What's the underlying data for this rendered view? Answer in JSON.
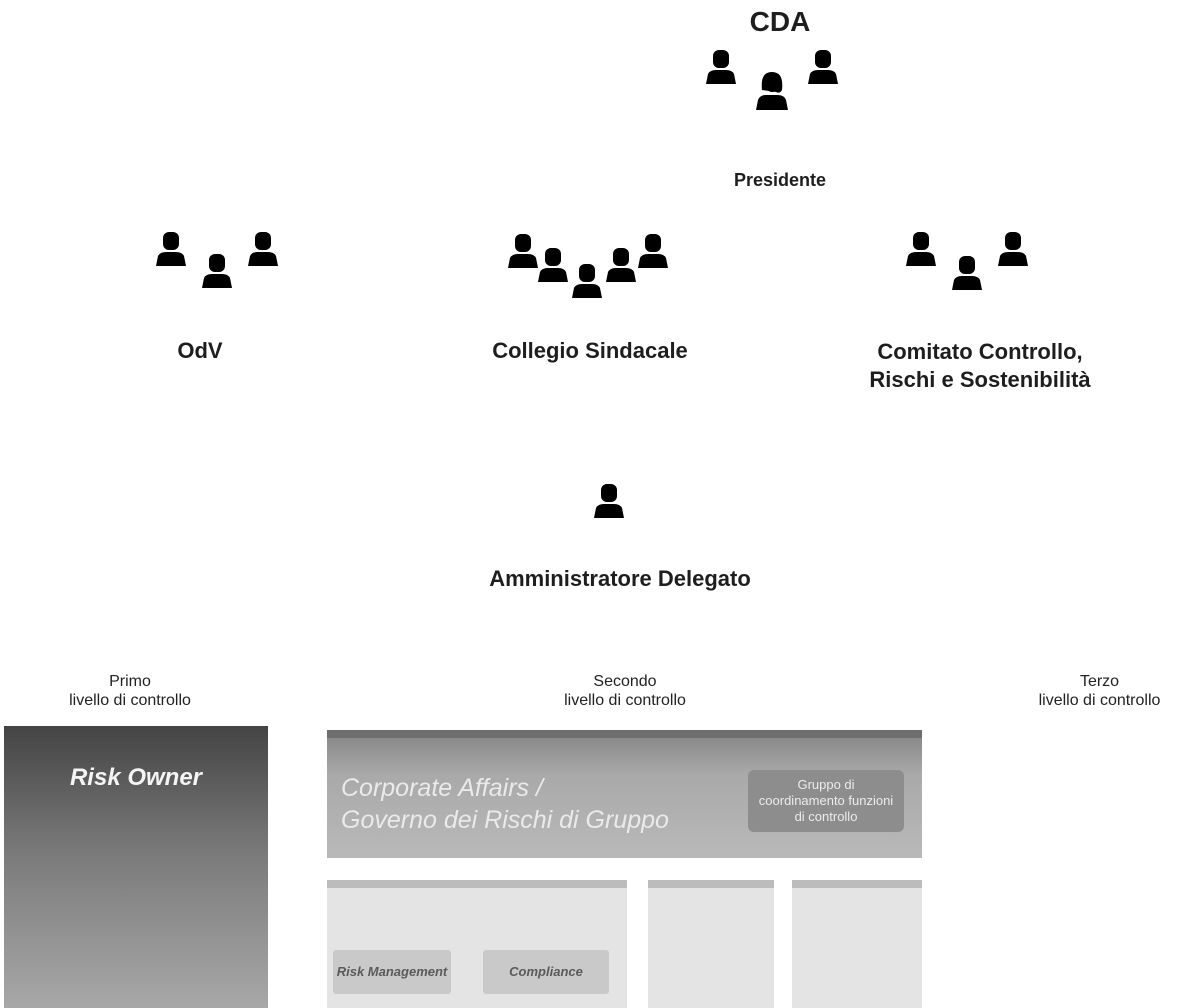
{
  "cda": {
    "title": "CDA",
    "president_label": "Presidente"
  },
  "committees": {
    "odv": "OdV",
    "collegio": "Collegio Sindacale",
    "comitato_line1": "Comitato Controllo,",
    "comitato_line2": "Rischi e Sostenibilità"
  },
  "ceo": {
    "label": "Amministratore Delegato"
  },
  "levels": {
    "first_a": "Primo",
    "first_b": "livello di controllo",
    "second_a": "Secondo",
    "second_b": "livello di controllo",
    "third_a": "Terzo",
    "third_b": "livello di controllo"
  },
  "boxes": {
    "risk_owner": "Risk Owner",
    "corporate_line1": "Corporate Affairs /",
    "corporate_line2": "Governo dei Rischi di Gruppo",
    "gruppo_badge": "Gruppo di coordinamento funzioni di controllo",
    "risk_management": "Risk Management",
    "compliance": "Compliance"
  },
  "icons": [
    "person-icon",
    "female-person-icon"
  ],
  "colors": {
    "text": "#1e1e1e",
    "box_dark": "#444444",
    "box_grey": "#a9a9a9"
  }
}
